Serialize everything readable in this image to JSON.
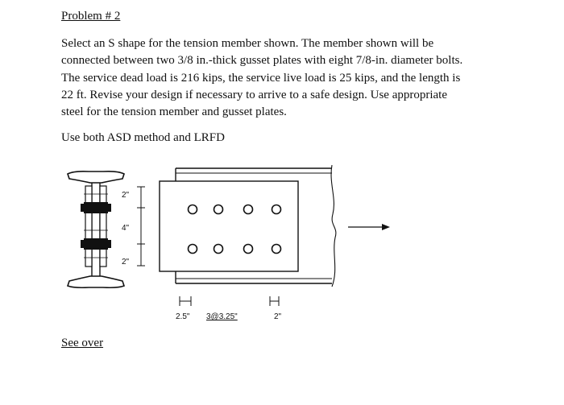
{
  "problem": {
    "heading": "Problem # 2",
    "lines": [
      "Select an S shape for the tension member shown. The member shown will be",
      "connected between two 3/8 in.-thick gusset plates with eight 7/8-in. diameter bolts.",
      "The service dead load is 216 kips, the service live load is 25 kips, and the length is",
      "22 ft. Revise your design if necessary to arrive to a safe design. Use appropriate",
      "steel for the tension member and gusset plates."
    ],
    "methods": "Use both ASD method and LRFD"
  },
  "figure": {
    "section_dims": [
      "2\"",
      "4\"",
      "2\""
    ],
    "plan_dims": {
      "left_edge": "2.5\"",
      "spacing": "3@3.25\"",
      "right_edge": "2\""
    }
  },
  "footer": {
    "see_over": "See over"
  }
}
